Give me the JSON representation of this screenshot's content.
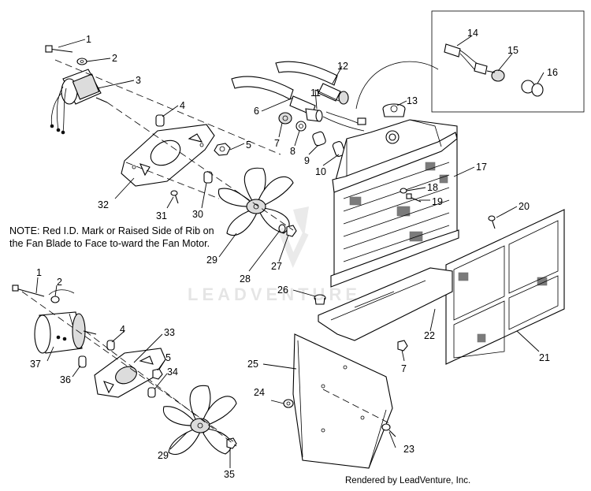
{
  "note": "NOTE: Red I.D. Mark or Raised Side of Rib on the Fan Blade to Face to-ward the Fan Motor.",
  "credit": "Rendered by LeadVenture, Inc.",
  "watermark": "LEADVENTURE",
  "callouts": [
    {
      "id": "c1a",
      "text": "1"
    },
    {
      "id": "c2a",
      "text": "2"
    },
    {
      "id": "c3",
      "text": "3"
    },
    {
      "id": "c4a",
      "text": "4"
    },
    {
      "id": "c5a",
      "text": "5"
    },
    {
      "id": "c6",
      "text": "6"
    },
    {
      "id": "c7a",
      "text": "7"
    },
    {
      "id": "c8",
      "text": "8"
    },
    {
      "id": "c9",
      "text": "9"
    },
    {
      "id": "c10",
      "text": "10"
    },
    {
      "id": "c11",
      "text": "11"
    },
    {
      "id": "c12",
      "text": "12"
    },
    {
      "id": "c13",
      "text": "13"
    },
    {
      "id": "c14",
      "text": "14"
    },
    {
      "id": "c15",
      "text": "15"
    },
    {
      "id": "c16",
      "text": "16"
    },
    {
      "id": "c17",
      "text": "17"
    },
    {
      "id": "c18",
      "text": "18"
    },
    {
      "id": "c19",
      "text": "19"
    },
    {
      "id": "c20",
      "text": "20"
    },
    {
      "id": "c21",
      "text": "21"
    },
    {
      "id": "c22",
      "text": "22"
    },
    {
      "id": "c23",
      "text": "23"
    },
    {
      "id": "c24",
      "text": "24"
    },
    {
      "id": "c25",
      "text": "25"
    },
    {
      "id": "c26",
      "text": "26"
    },
    {
      "id": "c27",
      "text": "27"
    },
    {
      "id": "c28",
      "text": "28"
    },
    {
      "id": "c29a",
      "text": "29"
    },
    {
      "id": "c30",
      "text": "30"
    },
    {
      "id": "c31",
      "text": "31"
    },
    {
      "id": "c32",
      "text": "32"
    },
    {
      "id": "c1b",
      "text": "1"
    },
    {
      "id": "c2b",
      "text": "2"
    },
    {
      "id": "c4b",
      "text": "4"
    },
    {
      "id": "c33",
      "text": "33"
    },
    {
      "id": "c5b",
      "text": "5"
    },
    {
      "id": "c34",
      "text": "34"
    },
    {
      "id": "c37",
      "text": "37"
    },
    {
      "id": "c36",
      "text": "36"
    },
    {
      "id": "c7b",
      "text": "7"
    },
    {
      "id": "c29b",
      "text": "29"
    },
    {
      "id": "c35",
      "text": "35"
    }
  ]
}
